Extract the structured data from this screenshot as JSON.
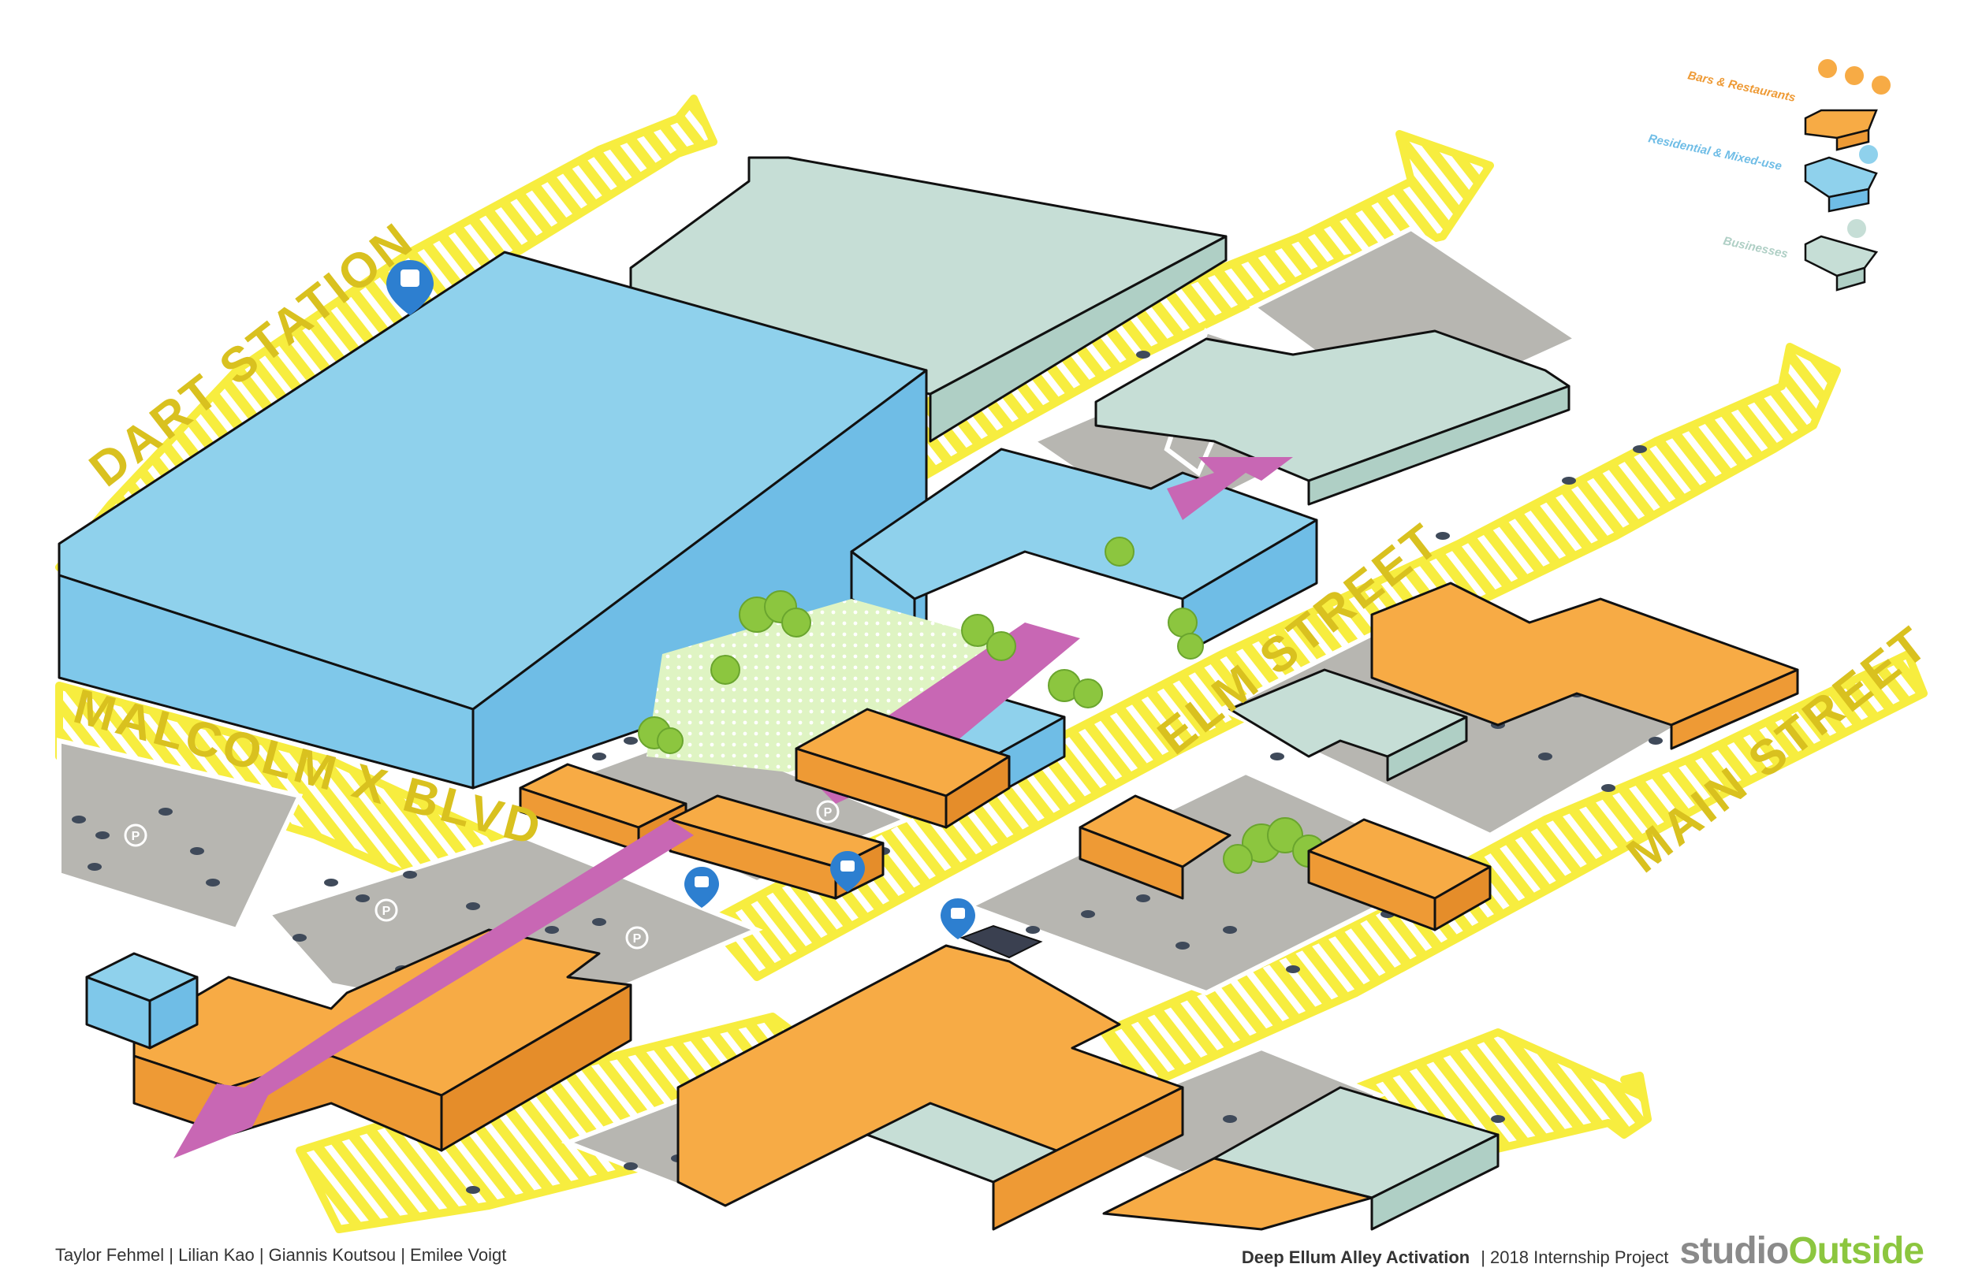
{
  "colors": {
    "street": "#f7ed3f",
    "street_edge": "#fbf6a0",
    "lot": "#b7b6b1",
    "lot_edge": "#a8a7a2",
    "restaurant_top": "#f7ab45",
    "restaurant_side": "#ee9a35",
    "residential_top": "#8fd1ec",
    "residential_side": "#6fbde6",
    "business_top": "#c6ded6",
    "business_side": "#afcfc5",
    "alley": "#c867b4",
    "plaza": "#dff4c3",
    "tree": "#8cc63f",
    "pin": "#2d7fd0",
    "label_gold": "#d9c11f",
    "outline": "#111111"
  },
  "streets": {
    "dart_station": "DART STATION",
    "malcolm_x": "MALCOLM X BLVD",
    "elm": "ELM STREET",
    "main": "MAIN STREET"
  },
  "legend": {
    "items": [
      {
        "label": "Bars & Restaurants",
        "icons": [
          "cocktail-icon",
          "burger-icon",
          "utensils-icon"
        ]
      },
      {
        "label": "Residential & Mixed-use",
        "icons": [
          "apartment-icon"
        ]
      },
      {
        "label": "Businesses",
        "icons": [
          "storefront-icon"
        ]
      }
    ]
  },
  "parking_symbol": "P",
  "footer": {
    "authors": "Taylor Fehmel | Lilian Kao | Giannis Koutsou | Emilee Voigt",
    "project_name": "Deep Ellum Alley Activation",
    "project_sub": "| 2018 Internship Project",
    "brand_studio": "studio",
    "brand_outside": "Outside"
  }
}
